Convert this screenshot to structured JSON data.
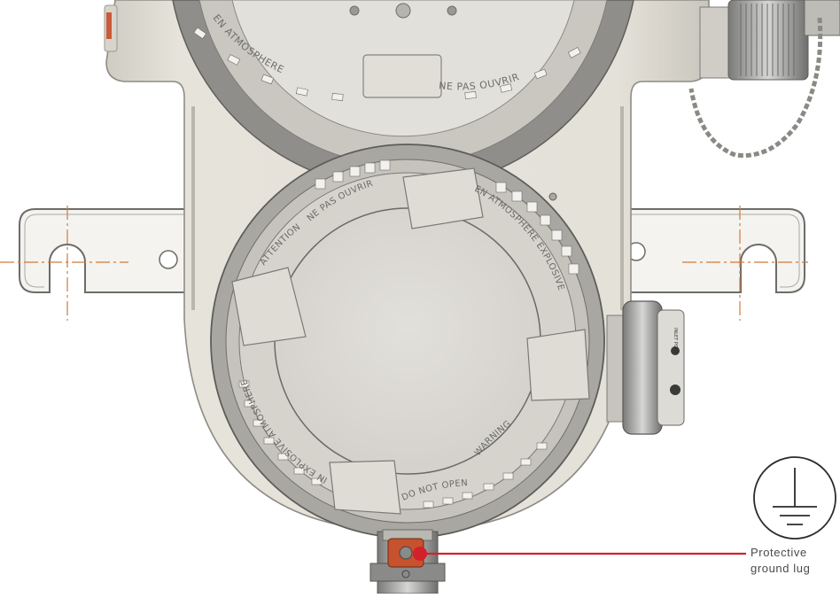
{
  "engravings": {
    "upper_left": "EN ATMOSPHERE",
    "upper_right": "NE PAS OUVRIR",
    "lower_top_left": "ATTENTION",
    "lower_top_center": "NE PAS OUVRIR",
    "lower_right": "EN ATMOSPHERE EXPLOSIVE",
    "lower_left": "IN EXPLOSIVE ATMOSPHERE",
    "lower_bottom_right": "WARNING",
    "lower_bottom": "DO NOT OPEN",
    "sensor_label": "INLET PORT"
  },
  "callout": {
    "line1": "Protective",
    "line2": "ground lug",
    "marker_color": "#d4202a",
    "icon": "protective-earth-ground-icon"
  },
  "colors": {
    "housing": "#e4e1d9",
    "housing_shadow": "#c9c5bb",
    "bezel": "#8f8e8a",
    "lug": "#c6522e",
    "centerline": "#d27a3a"
  }
}
